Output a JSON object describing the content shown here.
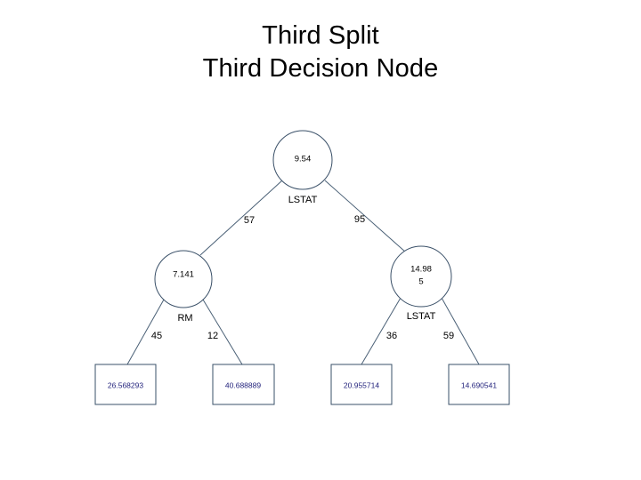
{
  "slide": {
    "title_lines": [
      "Third Split",
      "Third Decision Node"
    ],
    "background_color": "#ffffff"
  },
  "colors": {
    "node_stroke": "#3a5068",
    "connector": "#4a6076",
    "leaf_text": "#1f1f7a",
    "label_text": "#000000"
  },
  "tree": {
    "root": {
      "value": "9.54",
      "split_variable": "LSTAT",
      "left_edge_label": "57",
      "right_edge_label": "95"
    },
    "left_node": {
      "value": "7.141",
      "split_variable": "RM",
      "left_edge_label": "45",
      "right_edge_label": "12"
    },
    "right_node": {
      "value_line1": "14.98",
      "value_line2": "5",
      "value_full": "14.985",
      "split_variable": "LSTAT",
      "left_edge_label": "36",
      "right_edge_label": "59"
    },
    "leaves": [
      {
        "value": "26.568293"
      },
      {
        "value": "40.688889"
      },
      {
        "value": "20.955714"
      },
      {
        "value": "14.690541"
      }
    ]
  },
  "chart_data": {
    "type": "diagram",
    "title": "Third Split / Third Decision Node",
    "description": "Regression decision tree with root split on LSTAT, left child split on RM, right child split on LSTAT, and four terminal leaf values.",
    "nodes": [
      {
        "id": "root",
        "kind": "decision",
        "value": 9.54,
        "split_variable": "LSTAT",
        "shape": "circle"
      },
      {
        "id": "n-left",
        "kind": "decision",
        "value": 7.141,
        "split_variable": "RM",
        "shape": "circle"
      },
      {
        "id": "n-right",
        "kind": "decision",
        "value": 14.985,
        "split_variable": "LSTAT",
        "shape": "circle"
      },
      {
        "id": "leaf-1",
        "kind": "leaf",
        "value": 26.568293,
        "shape": "rect"
      },
      {
        "id": "leaf-2",
        "kind": "leaf",
        "value": 40.688889,
        "shape": "rect"
      },
      {
        "id": "leaf-3",
        "kind": "leaf",
        "value": 20.955714,
        "shape": "rect"
      },
      {
        "id": "leaf-4",
        "kind": "leaf",
        "value": 14.690541,
        "shape": "rect"
      }
    ],
    "edges": [
      {
        "from": "root",
        "to": "n-left",
        "label": "57"
      },
      {
        "from": "root",
        "to": "n-right",
        "label": "95"
      },
      {
        "from": "n-left",
        "to": "leaf-1",
        "label": "45"
      },
      {
        "from": "n-left",
        "to": "leaf-2",
        "label": "12"
      },
      {
        "from": "n-right",
        "to": "leaf-3",
        "label": "36"
      },
      {
        "from": "n-right",
        "to": "leaf-4",
        "label": "59"
      }
    ]
  }
}
